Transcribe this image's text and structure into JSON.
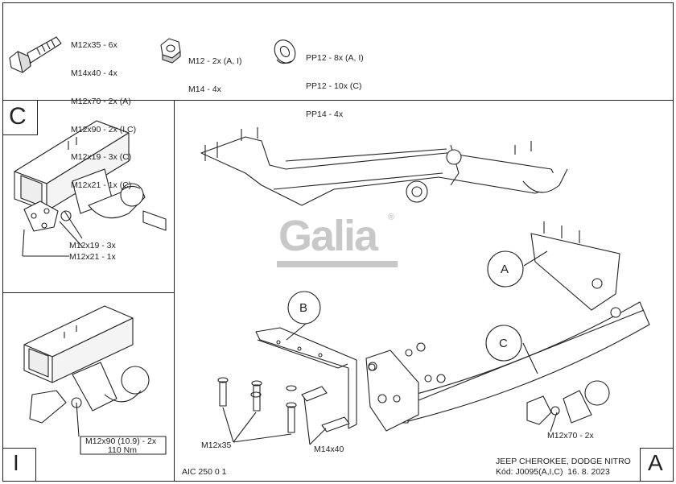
{
  "hardware": {
    "bolts": [
      "M12x35 - 6x",
      "M14x40 - 4x",
      "M12x70 - 2x (A)",
      "M12x90 - 2x (I,C)",
      "M12x19 - 3x (C)",
      "M12x21 - 1x (C)"
    ],
    "nuts": [
      "M12 - 2x (A, I)",
      "M14 - 4x"
    ],
    "washers": [
      "PP12 - 8x (A, I)",
      "PP12 - 10x (C)",
      "PP14 - 4x"
    ]
  },
  "panel_c": {
    "letter": "C",
    "labels": [
      "M12x19 - 3x",
      "M12x21 - 1x"
    ]
  },
  "panel_i": {
    "letter": "I",
    "torque": [
      "M12x90 (10.9) - 2x",
      "110 Nm"
    ]
  },
  "main": {
    "brand": "Galia",
    "reg": "®",
    "callouts": {
      "a": "A",
      "b": "B",
      "c": "C"
    },
    "bolt_labels": {
      "m12x35": "M12x35",
      "m14x40": "M14x40",
      "m12x70": "M12x70 - 2x"
    },
    "drawing_code": "AIC 250 0 1",
    "vehicle": "JEEP CHEROKEE, DODGE NITRO",
    "kod": "Kód: J0095(A,I,C)  16. 8. 2023",
    "corner": "A"
  }
}
